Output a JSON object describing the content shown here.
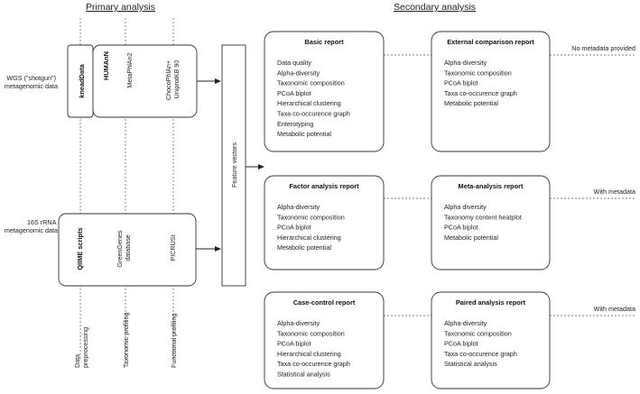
{
  "headers": {
    "primary": "Primary analysis",
    "secondary": "Secondary analysis"
  },
  "inputs": {
    "wgs": [
      "WGS (\"shotgun\")",
      "metagenomic data"
    ],
    "rrna": [
      "16S rRNA",
      "metagenomic data"
    ]
  },
  "tools": {
    "kneaddata": "kneadData",
    "humann": "HUMAnN",
    "metaphlan": "MetaPhlAn2",
    "chocophlan": [
      "ChocoPhlAn+",
      "UniprotKB 90"
    ],
    "qiime": "QIIME scripts",
    "greengenes": [
      "GreenGenes",
      "database"
    ],
    "picrust": "PICRUSt"
  },
  "feature_vectors": "Feature vectors",
  "stages": {
    "preprocessing": [
      "Data",
      "preprocessing"
    ],
    "taxonomic": "Taxonomic profiling",
    "functional": "Functional profiling"
  },
  "reports": {
    "basic": {
      "title": "Basic report",
      "items": [
        "Data quality",
        "Alpha-diversity",
        "Taxonomic composition",
        "PCoA biplot",
        "Hierarchical clustering",
        "Taxa co-occurence graph",
        "Enterotyping",
        "Metabolic potential"
      ]
    },
    "external": {
      "title": "External comparison report",
      "items": [
        "Alpha-diversity",
        "Taxonomic composition",
        "PCoA biplot",
        "Taxa co-occurence graph",
        "Metabolic potential"
      ]
    },
    "factor": {
      "title": "Factor analysis report",
      "items": [
        "Alpha-diversity",
        "Taxonomic composition",
        "PCoA biplot",
        "Hierarchical clustering",
        "Metabolic potential"
      ]
    },
    "meta": {
      "title": "Meta-analysis report",
      "items": [
        "Alpha diversity",
        "Taxonomy content heatplot",
        "PCoA biplot",
        "Metabolic potential"
      ]
    },
    "casecontrol": {
      "title": "Case-control report",
      "items": [
        "Alpha-diversity",
        "Taxonomic composition",
        "PCoA biplot",
        "Hierarchical clustering",
        "Taxa co-occurence graph",
        "Statistical analysis"
      ]
    },
    "paired": {
      "title": "Paired analysis report",
      "items": [
        "Alpha-diversity",
        "Taxonomic composition",
        "PCoA biplot",
        "Taxa co-occurence graph",
        "Statistical analysis"
      ]
    }
  },
  "row_labels": {
    "row1": "No metadata provided",
    "row2": "With metadata",
    "row3": "With metadata"
  }
}
